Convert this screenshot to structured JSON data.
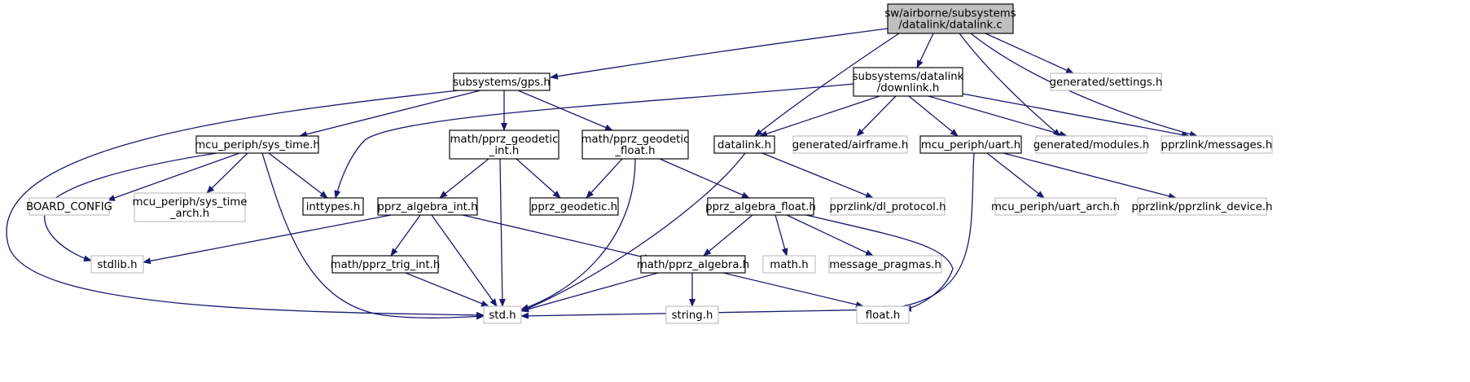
{
  "diagram": {
    "colors": {
      "edge": "#191970",
      "root_fill": "#bfbfbf",
      "node_border": "#000000",
      "external_border": "#bfbfbf",
      "text": "#000000",
      "background": "#ffffff"
    },
    "nodes": [
      {
        "id": "datalink_c",
        "lines": [
          "sw/airborne/subsystems",
          "/datalink/datalink.c"
        ],
        "kind": "root"
      },
      {
        "id": "gps_h",
        "lines": [
          "subsystems/gps.h"
        ],
        "kind": "documented"
      },
      {
        "id": "downlink_h",
        "lines": [
          "subsystems/datalink",
          "/downlink.h"
        ],
        "kind": "documented"
      },
      {
        "id": "settings_h",
        "lines": [
          "generated/settings.h"
        ],
        "kind": "external"
      },
      {
        "id": "sys_time_h",
        "lines": [
          "mcu_periph/sys_time.h"
        ],
        "kind": "documented"
      },
      {
        "id": "geodetic_int_h",
        "lines": [
          "math/pprz_geodetic",
          "_int.h"
        ],
        "kind": "documented"
      },
      {
        "id": "geodetic_float_h",
        "lines": [
          "math/pprz_geodetic",
          "_float.h"
        ],
        "kind": "documented"
      },
      {
        "id": "datalink_h",
        "lines": [
          "datalink.h"
        ],
        "kind": "documented"
      },
      {
        "id": "airframe_h",
        "lines": [
          "generated/airframe.h"
        ],
        "kind": "external"
      },
      {
        "id": "uart_h",
        "lines": [
          "mcu_periph/uart.h"
        ],
        "kind": "documented"
      },
      {
        "id": "modules_h",
        "lines": [
          "generated/modules.h"
        ],
        "kind": "external"
      },
      {
        "id": "messages_h",
        "lines": [
          "pprzlink/messages.h"
        ],
        "kind": "external"
      },
      {
        "id": "board_config",
        "lines": [
          "BOARD_CONFIG"
        ],
        "kind": "external"
      },
      {
        "id": "sys_time_arch_h",
        "lines": [
          "mcu_periph/sys_time",
          "_arch.h"
        ],
        "kind": "external"
      },
      {
        "id": "inttypes_h",
        "lines": [
          "inttypes.h"
        ],
        "kind": "documented"
      },
      {
        "id": "algebra_int_h",
        "lines": [
          "pprz_algebra_int.h"
        ],
        "kind": "documented"
      },
      {
        "id": "pprz_geodetic_h",
        "lines": [
          "pprz_geodetic.h"
        ],
        "kind": "documented"
      },
      {
        "id": "algebra_float_h",
        "lines": [
          "pprz_algebra_float.h"
        ],
        "kind": "documented"
      },
      {
        "id": "dl_protocol_h",
        "lines": [
          "pprzlink/dl_protocol.h"
        ],
        "kind": "external"
      },
      {
        "id": "uart_arch_h",
        "lines": [
          "mcu_periph/uart_arch.h"
        ],
        "kind": "external"
      },
      {
        "id": "pprzlink_device_h",
        "lines": [
          "pprzlink/pprzlink_device.h"
        ],
        "kind": "external"
      },
      {
        "id": "stdlib_h",
        "lines": [
          "stdlib.h"
        ],
        "kind": "external"
      },
      {
        "id": "trig_int_h",
        "lines": [
          "math/pprz_trig_int.h"
        ],
        "kind": "documented"
      },
      {
        "id": "pprz_algebra_h",
        "lines": [
          "math/pprz_algebra.h"
        ],
        "kind": "documented"
      },
      {
        "id": "math_h",
        "lines": [
          "math.h"
        ],
        "kind": "external"
      },
      {
        "id": "message_pragmas_h",
        "lines": [
          "message_pragmas.h"
        ],
        "kind": "external"
      },
      {
        "id": "std_h",
        "lines": [
          "std.h"
        ],
        "kind": "external"
      },
      {
        "id": "string_h",
        "lines": [
          "string.h"
        ],
        "kind": "external"
      },
      {
        "id": "float_h",
        "lines": [
          "float.h"
        ],
        "kind": "external"
      }
    ],
    "edges": [
      [
        "datalink_c",
        "gps_h"
      ],
      [
        "datalink_c",
        "downlink_h"
      ],
      [
        "datalink_c",
        "settings_h"
      ],
      [
        "datalink_c",
        "datalink_h"
      ],
      [
        "datalink_c",
        "modules_h"
      ],
      [
        "datalink_c",
        "messages_h"
      ],
      [
        "gps_h",
        "std_h"
      ],
      [
        "gps_h",
        "sys_time_h"
      ],
      [
        "gps_h",
        "geodetic_int_h"
      ],
      [
        "gps_h",
        "geodetic_float_h"
      ],
      [
        "downlink_h",
        "inttypes_h"
      ],
      [
        "downlink_h",
        "datalink_h"
      ],
      [
        "downlink_h",
        "airframe_h"
      ],
      [
        "downlink_h",
        "uart_h"
      ],
      [
        "downlink_h",
        "modules_h"
      ],
      [
        "downlink_h",
        "messages_h"
      ],
      [
        "sys_time_h",
        "stdlib_h"
      ],
      [
        "sys_time_h",
        "board_config"
      ],
      [
        "sys_time_h",
        "sys_time_arch_h"
      ],
      [
        "sys_time_h",
        "inttypes_h"
      ],
      [
        "sys_time_h",
        "std_h"
      ],
      [
        "geodetic_int_h",
        "algebra_int_h"
      ],
      [
        "geodetic_int_h",
        "std_h"
      ],
      [
        "geodetic_int_h",
        "pprz_geodetic_h"
      ],
      [
        "geodetic_float_h",
        "pprz_geodetic_h"
      ],
      [
        "geodetic_float_h",
        "std_h"
      ],
      [
        "geodetic_float_h",
        "algebra_float_h"
      ],
      [
        "datalink_h",
        "std_h"
      ],
      [
        "datalink_h",
        "dl_protocol_h"
      ],
      [
        "uart_h",
        "std_h"
      ],
      [
        "uart_h",
        "uart_arch_h"
      ],
      [
        "uart_h",
        "pprzlink_device_h"
      ],
      [
        "algebra_int_h",
        "stdlib_h"
      ],
      [
        "algebra_int_h",
        "trig_int_h"
      ],
      [
        "algebra_int_h",
        "std_h"
      ],
      [
        "algebra_int_h",
        "pprz_algebra_h"
      ],
      [
        "algebra_float_h",
        "pprz_algebra_h"
      ],
      [
        "algebra_float_h",
        "math_h"
      ],
      [
        "algebra_float_h",
        "message_pragmas_h"
      ],
      [
        "algebra_float_h",
        "float_h"
      ],
      [
        "trig_int_h",
        "std_h"
      ],
      [
        "pprz_algebra_h",
        "std_h"
      ],
      [
        "pprz_algebra_h",
        "string_h"
      ],
      [
        "pprz_algebra_h",
        "float_h"
      ]
    ]
  }
}
